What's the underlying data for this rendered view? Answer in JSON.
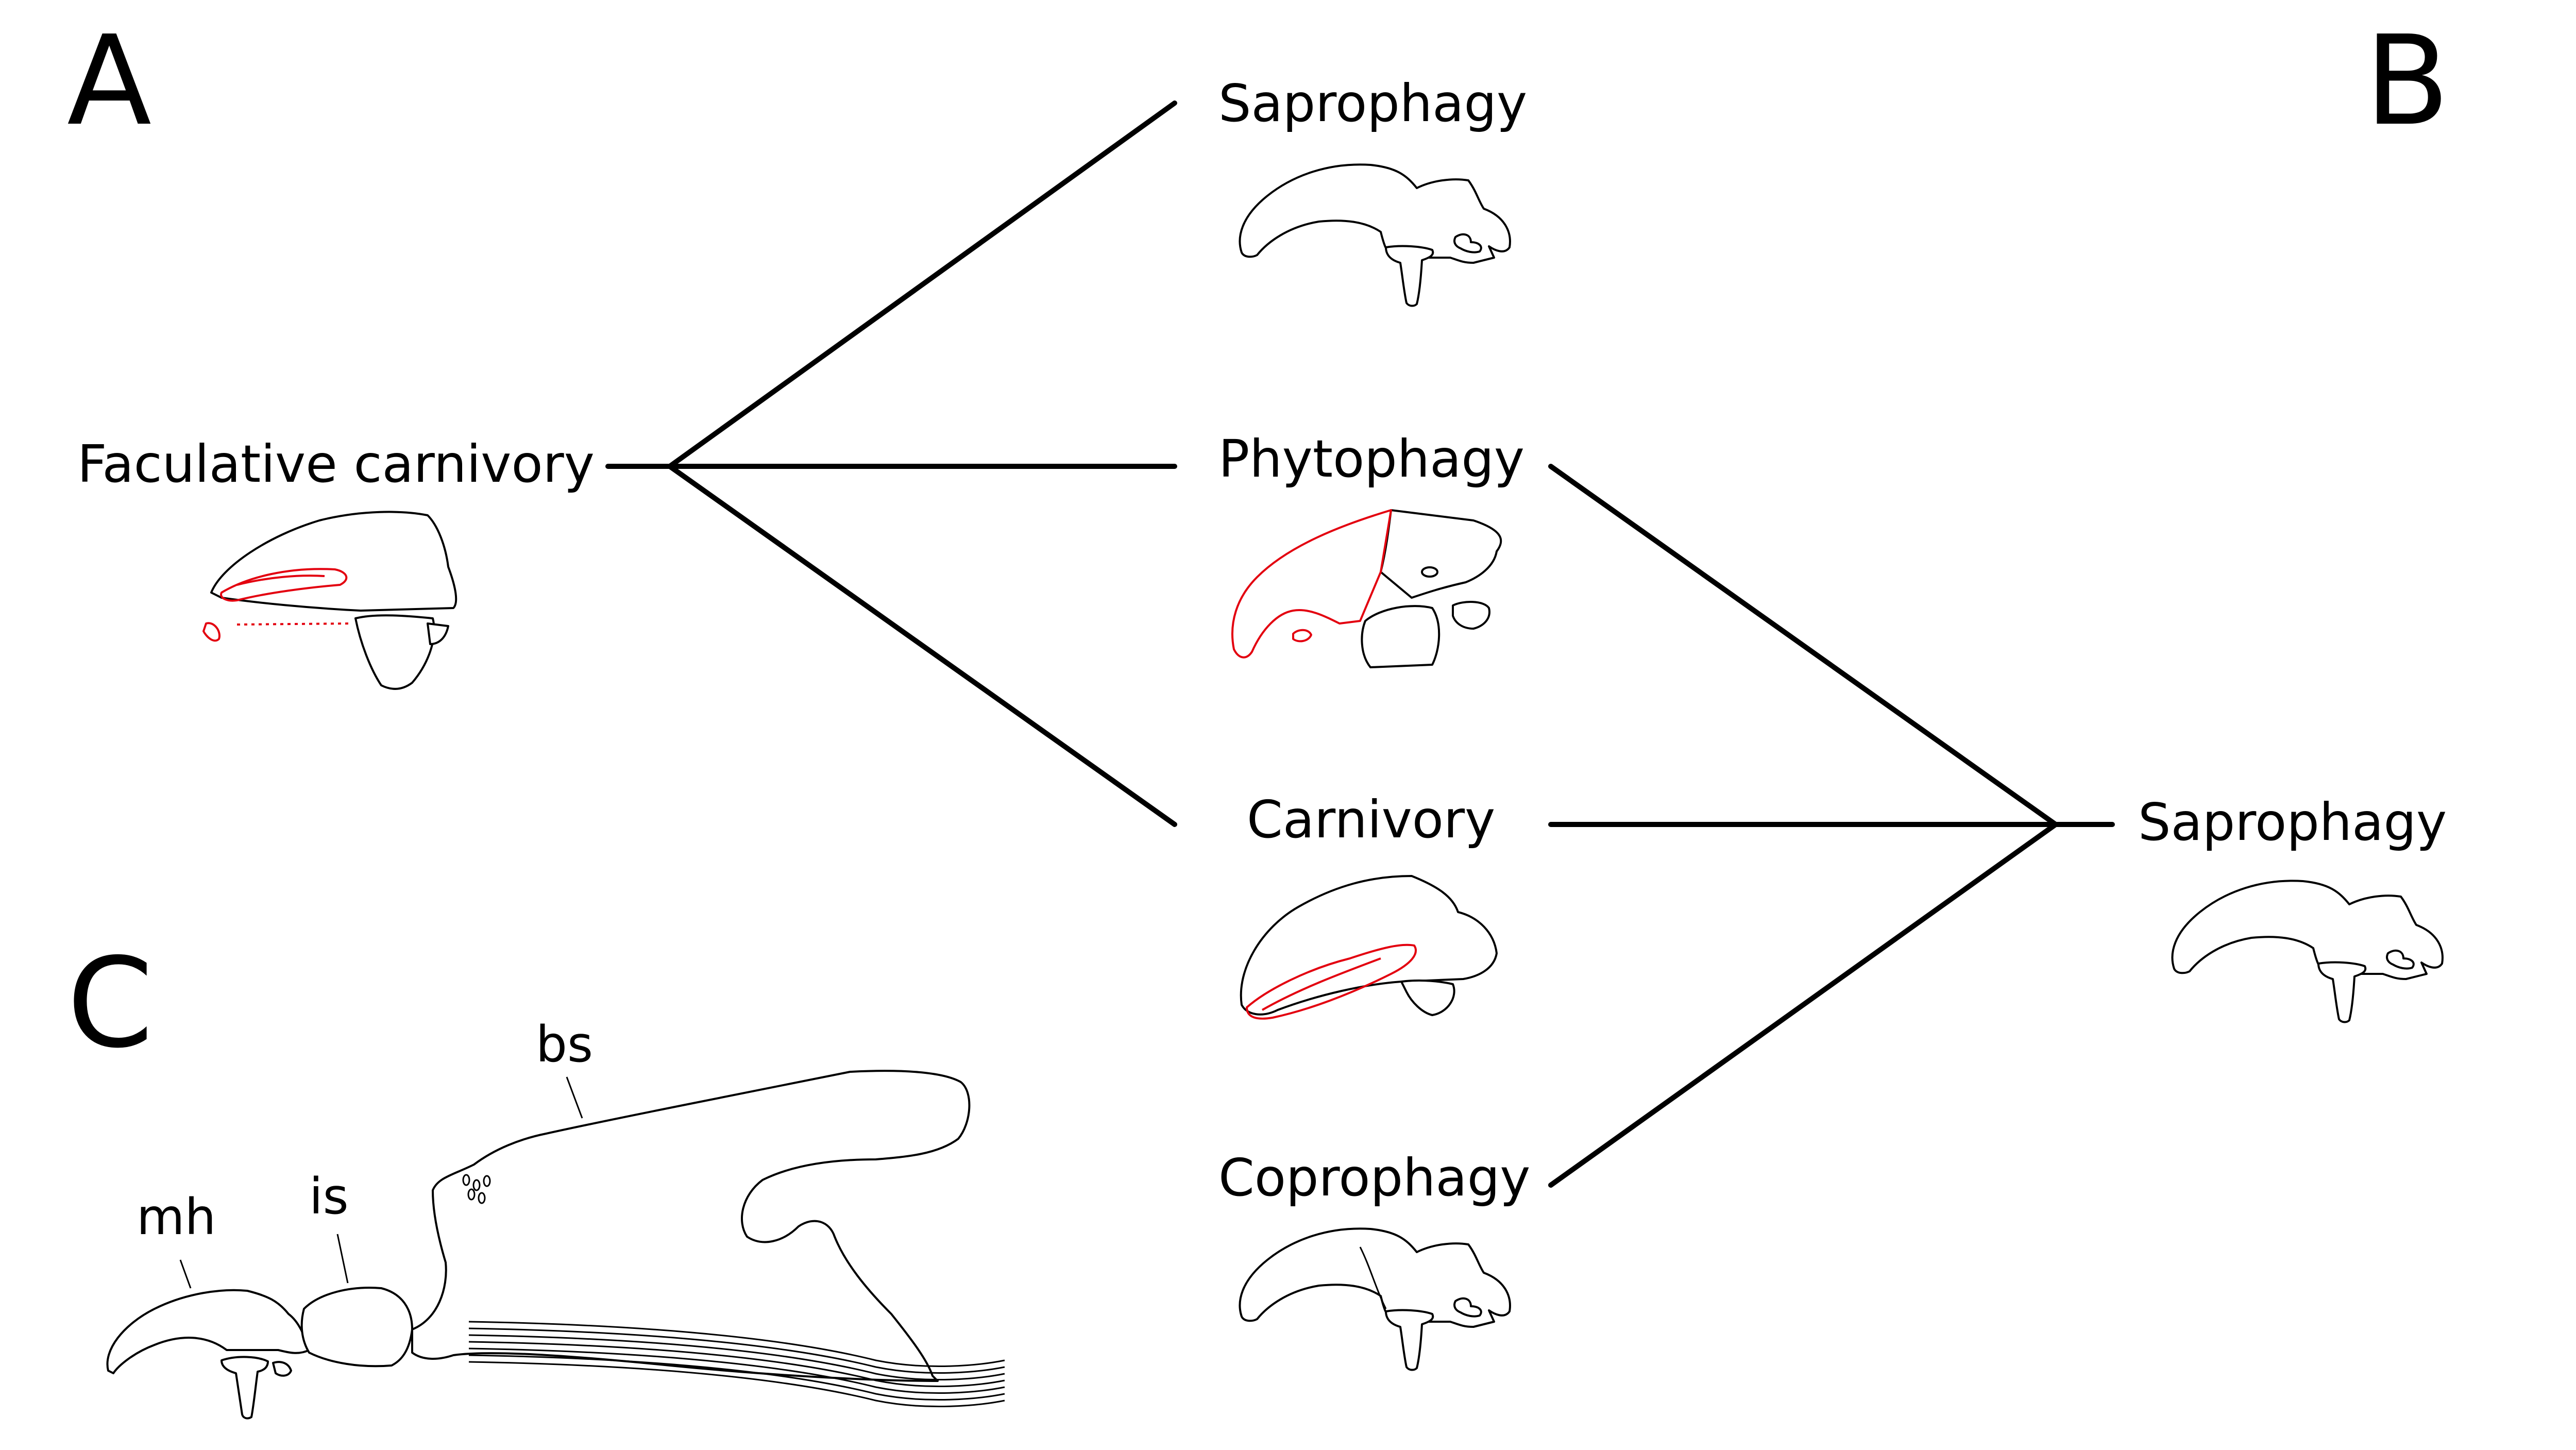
{
  "panels": {
    "a": "A",
    "b": "B",
    "c": "C"
  },
  "panel_a": {
    "root": "Faculative carnivory",
    "branches": [
      "Saprophagy",
      "Phytophagy",
      "Carnivory",
      "Coprophagy"
    ]
  },
  "panel_b": {
    "root": "Saprophagy"
  },
  "panel_c": {
    "labels": {
      "mh": "mh",
      "is": "is",
      "bs": "bs"
    }
  },
  "colors": {
    "ink": "#000000",
    "highlight": "#e3000f"
  },
  "icons": [
    "mouthhook-skeleton-sketch",
    "cephalopharyngeal-skeleton-sketch"
  ]
}
